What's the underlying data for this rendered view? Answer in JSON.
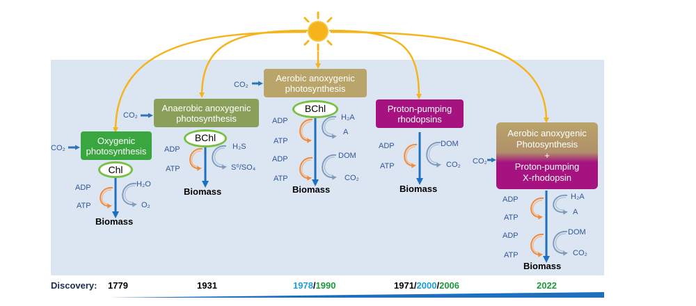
{
  "colors": {
    "panel": "#dce6f2",
    "sun": "#f5b41b",
    "light_arrow": "#f5b41b",
    "flow_arrow": "#1f6fbf",
    "adp_atp_arrow": "#f08a3c",
    "electron_arrow": "#7f9cbd",
    "co2_arrow": "#2e74b5",
    "pigment_ring": "#76c043",
    "green_box": "#3aa63f",
    "olive_box": "#8aa05a",
    "tan_box": "#b9a46a",
    "magenta_box": "#a6127f",
    "timeline": "#1f6fbf"
  },
  "processes": [
    {
      "id": "oxygenic",
      "title": [
        "Oxygenic",
        "photosynthesis"
      ],
      "pigment": "Chl",
      "co2": "CO₂",
      "energy": [
        "ADP",
        "ATP"
      ],
      "electron": {
        "donor": "H₂O",
        "product": "O₂"
      },
      "biomass": "Biomass"
    },
    {
      "id": "anaerobic",
      "title": [
        "Anaerobic anoxygenic",
        "photosynthesis"
      ],
      "pigment": "BChl",
      "co2": "CO₂",
      "energy": [
        "ADP",
        "ATP"
      ],
      "electron": {
        "donor": "H₂S",
        "product": "S⁰/SO₄"
      },
      "biomass": "Biomass"
    },
    {
      "id": "aerobic",
      "title": [
        "Aerobic anoxygenic",
        "photosynthesis"
      ],
      "pigment": "BChl",
      "co2": "CO₂",
      "energy": [
        "ADP",
        "ATP",
        "ADP",
        "ATP"
      ],
      "electron": {
        "donor": "H₂A",
        "product": "A",
        "donor2": "DOM",
        "product2": "CO₂"
      },
      "biomass": "Biomass"
    },
    {
      "id": "rhodopsin",
      "title": [
        "Proton-pumping",
        "rhodopsins"
      ],
      "energy": [
        "ADP",
        "ATP"
      ],
      "electron": {
        "donor": "DOM",
        "product": "CO₂"
      },
      "biomass": "Biomass"
    },
    {
      "id": "combined",
      "title": [
        "Aerobic anoxygenic",
        "Photosynthesis",
        "+",
        "Proton-pumping",
        "X-rhodopsin"
      ],
      "co2": "CO₂",
      "energy": [
        "ADP",
        "ATP",
        "ADP",
        "ATP"
      ],
      "electron": {
        "donor": "H₂A",
        "product": "A",
        "donor2": "DOM",
        "product2": "CO₂"
      },
      "biomass": "Biomass"
    }
  ],
  "timeline": {
    "label": "Discovery:",
    "years": [
      [
        {
          "text": "1779",
          "color": "black"
        }
      ],
      [
        {
          "text": "1931",
          "color": "black"
        }
      ],
      [
        {
          "text": "1978",
          "color": "blue"
        },
        {
          "text": "/",
          "color": "black"
        },
        {
          "text": "1990",
          "color": "green"
        }
      ],
      [
        {
          "text": "1971",
          "color": "black"
        },
        {
          "text": "/",
          "color": "black"
        },
        {
          "text": "2000",
          "color": "blue"
        },
        {
          "text": "/",
          "color": "black"
        },
        {
          "text": "2006",
          "color": "green"
        }
      ],
      [
        {
          "text": "2022",
          "color": "green"
        }
      ]
    ]
  }
}
